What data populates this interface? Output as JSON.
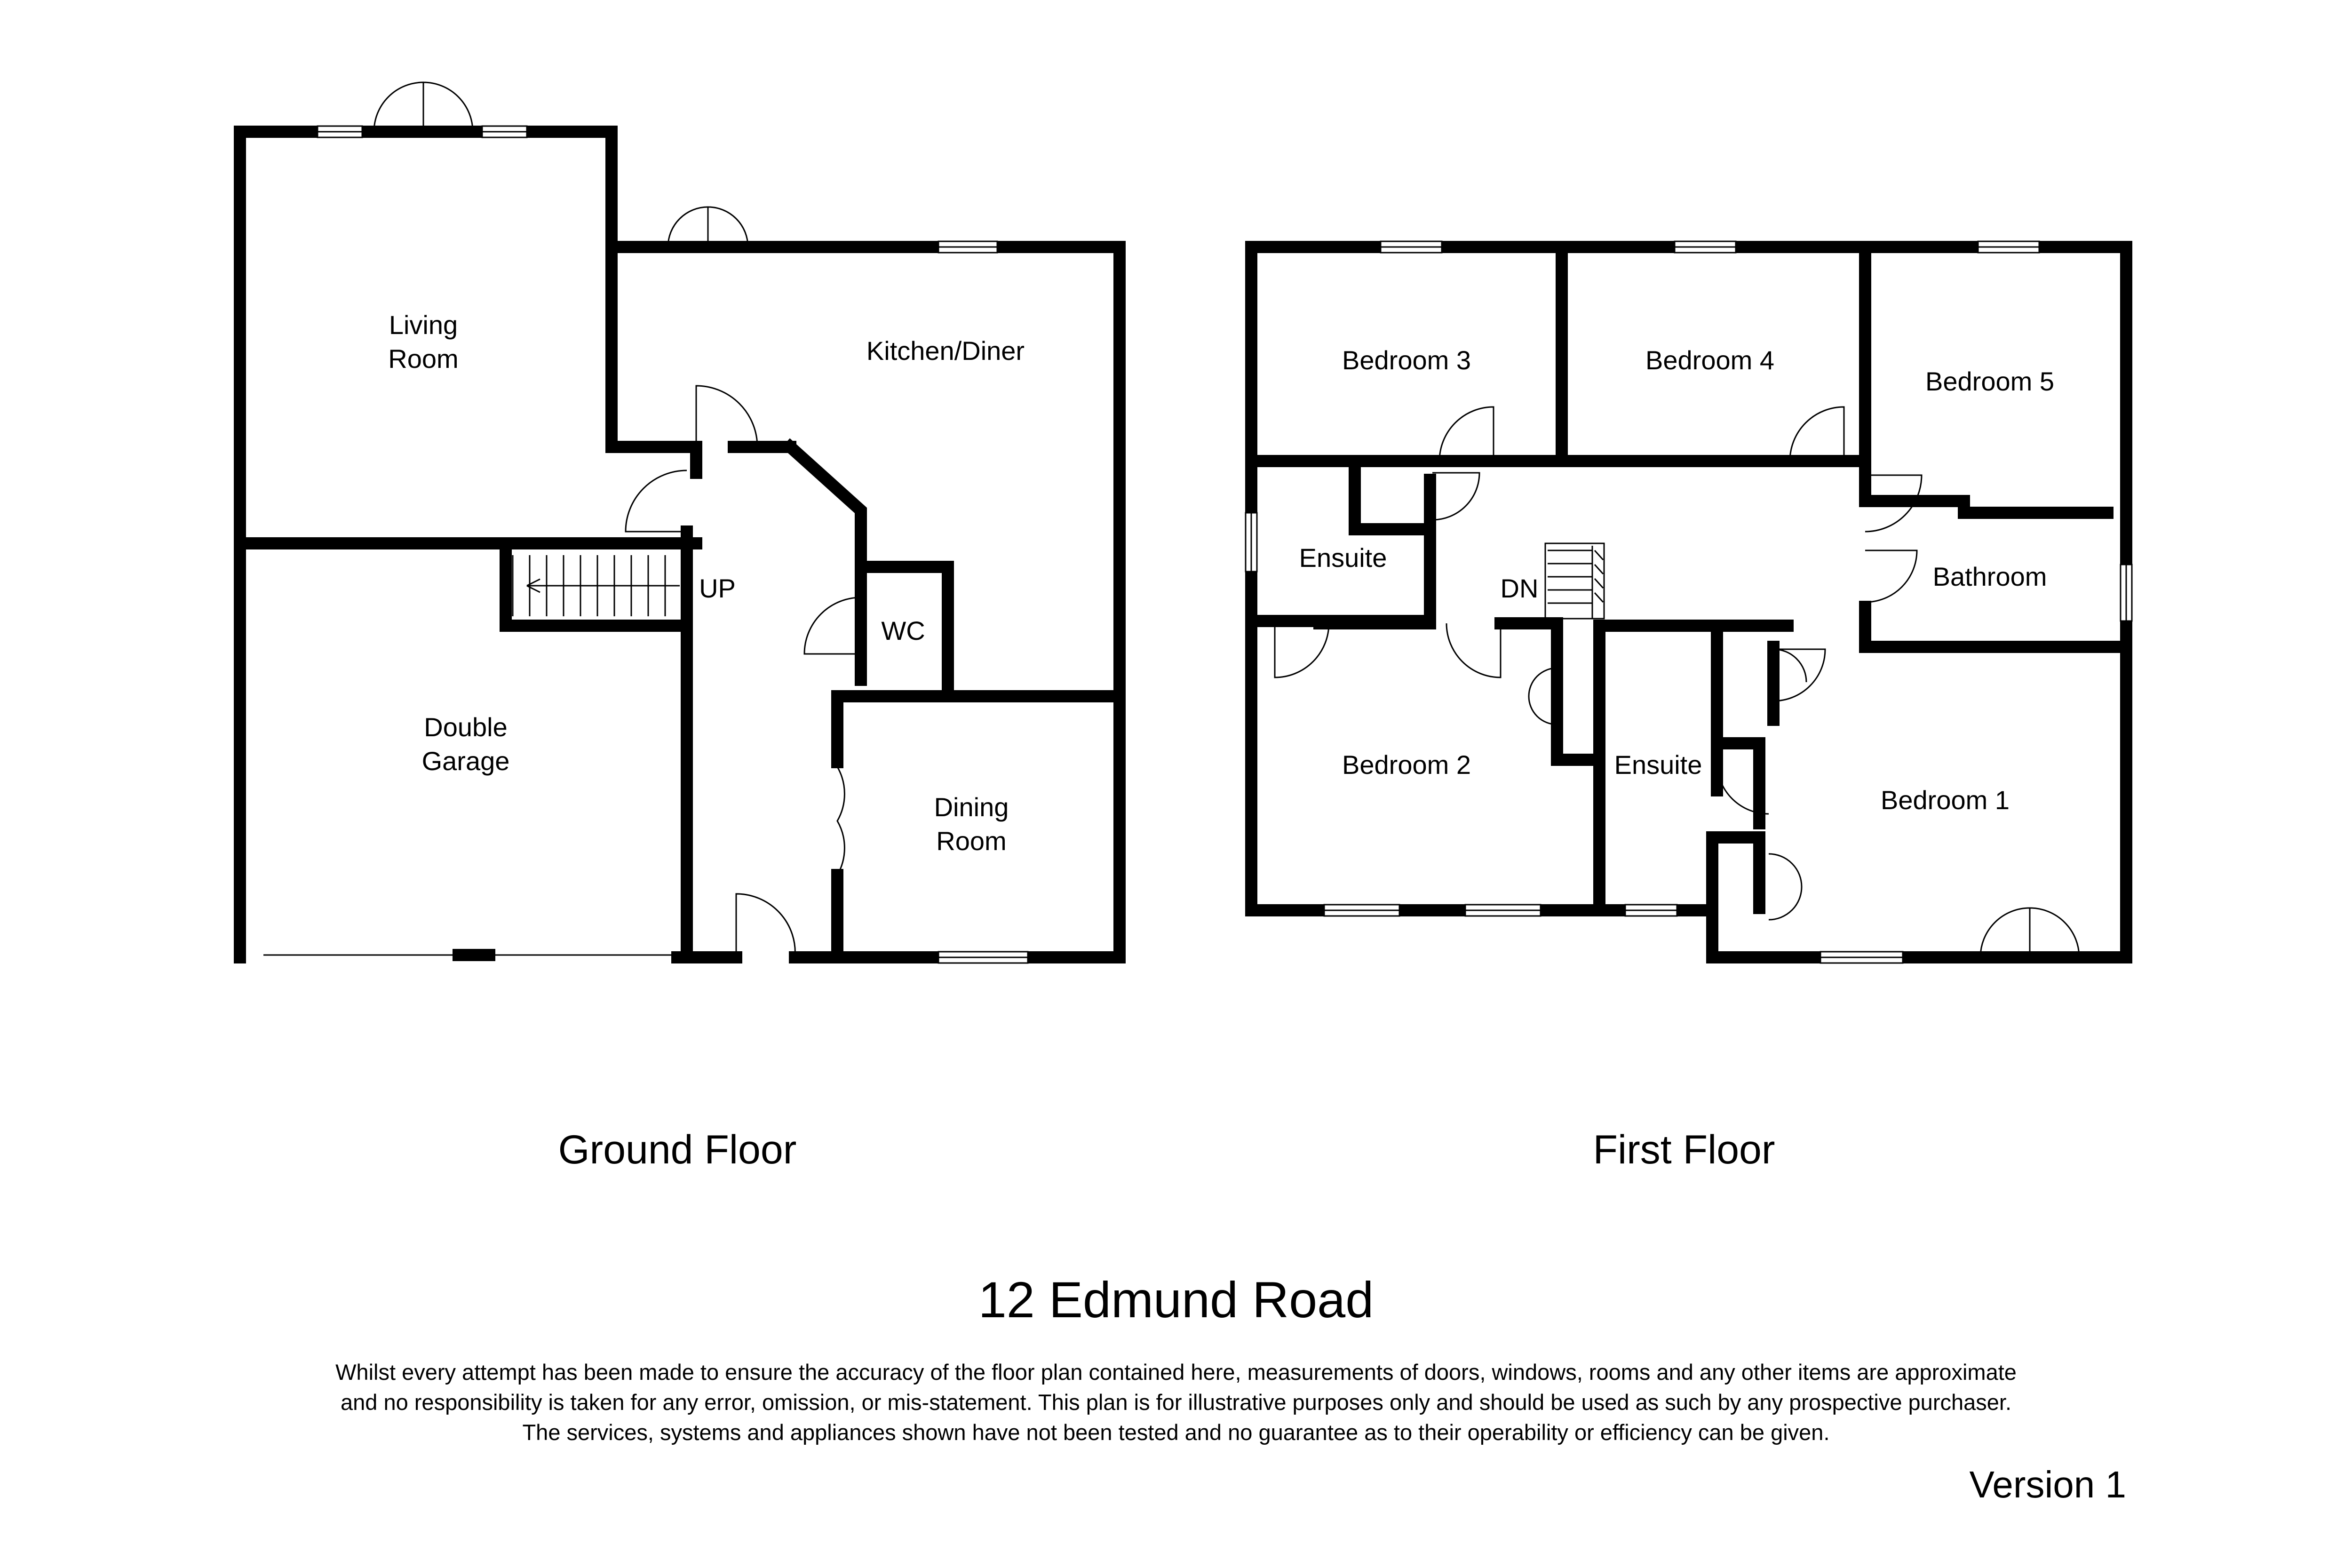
{
  "property": {
    "address": "12 Edmund Road",
    "version": "Version 1"
  },
  "ground_floor": {
    "label": "Ground Floor",
    "rooms": {
      "living_room": [
        "Living",
        "Room"
      ],
      "kitchen_diner": "Kitchen/Diner",
      "double_garage": [
        "Double",
        "Garage"
      ],
      "wc": "WC",
      "dining_room": [
        "Dining",
        "Room"
      ],
      "stairs": "UP"
    }
  },
  "first_floor": {
    "label": "First Floor",
    "rooms": {
      "bedroom_3": "Bedroom 3",
      "bedroom_4": "Bedroom 4",
      "bedroom_5": "Bedroom 5",
      "ensuite_left": "Ensuite",
      "bathroom": "Bathroom",
      "bedroom_2": "Bedroom 2",
      "ensuite_right": "Ensuite",
      "bedroom_1": "Bedroom 1",
      "stairs": "DN"
    }
  },
  "disclaimer": [
    "Whilst every attempt has been made to ensure the accuracy of the floor plan contained here, measurements of doors, windows, rooms and any other items are approximate",
    "and no responsibility is taken for any error, omission, or mis-statement. This plan is for illustrative purposes only and should be used as such by any prospective purchaser.",
    "The services, systems and appliances shown have not been tested and no guarantee as to their operability or efficiency can be given."
  ]
}
